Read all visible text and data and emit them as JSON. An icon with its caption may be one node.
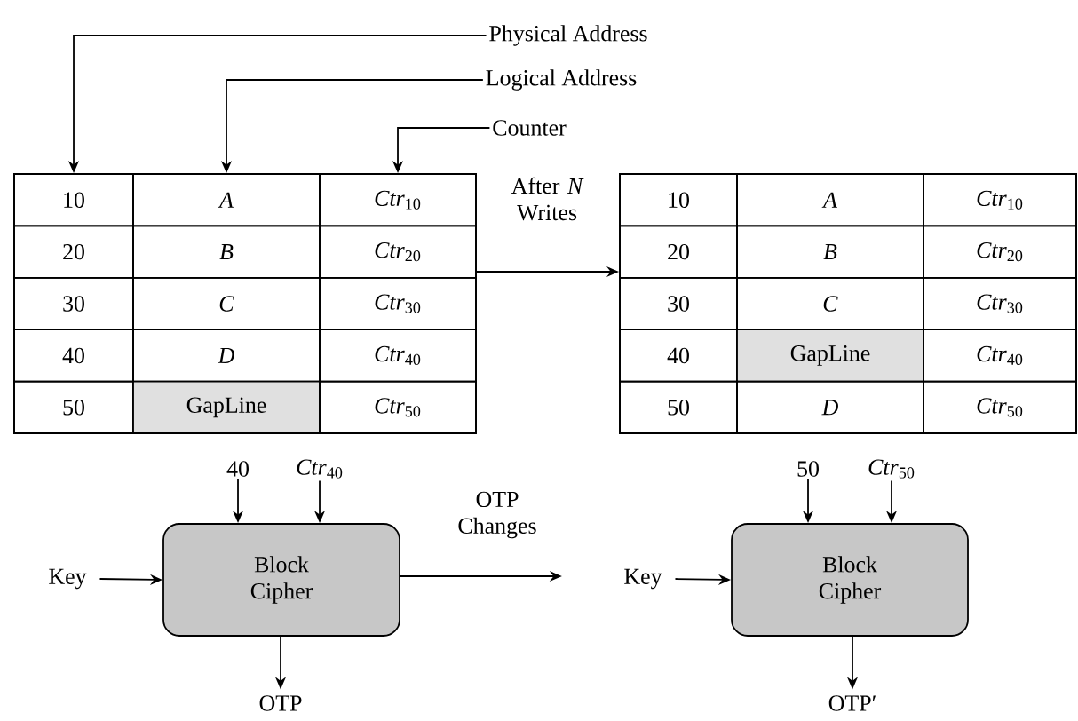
{
  "diagram": {
    "nodes": [
      {
        "text": [
          "Physical Address"
        ]
      },
      {
        "text": [
          "Logical Address"
        ]
      },
      {
        "text": [
          "Counter"
        ]
      },
      {
        "text": [],
        "shape": "box"
      },
      {
        "text": [
          "10"
        ],
        "in": 3
      },
      {
        "text": [
          "*A*"
        ],
        "in": 3
      },
      {
        "text": [
          "*Ctr*$_{10}$"
        ],
        "in": 3
      },
      {
        "text": [
          "20"
        ],
        "in": 3
      },
      {
        "text": [
          "*B*"
        ],
        "in": 3
      },
      {
        "text": [
          "*Ctr*$_{20}$"
        ],
        "in": 3
      },
      {
        "text": [
          "30"
        ],
        "in": 3
      },
      {
        "text": [
          "*C*"
        ],
        "in": 3
      },
      {
        "text": [
          "*Ctr*$_{30}$"
        ],
        "in": 3
      },
      {
        "text": [
          "40"
        ],
        "in": 3
      },
      {
        "text": [
          "*D*"
        ],
        "in": 3
      },
      {
        "text": [
          "*Ctr*$_{40}$"
        ],
        "in": 3
      },
      {
        "text": [
          "50"
        ],
        "in": 3
      },
      {
        "text": [
          "GapLine"
        ],
        "in": 3
      },
      {
        "text": [
          "*Ctr*$_{50}$"
        ],
        "in": 3
      },
      {
        "text": [],
        "shape": "box"
      },
      {
        "text": [
          "10"
        ],
        "in": 19
      },
      {
        "text": [
          "*A*"
        ],
        "in": 19
      },
      {
        "text": [
          "*Ctr*$_{10}$"
        ],
        "in": 19
      },
      {
        "text": [
          "20"
        ],
        "in": 19
      },
      {
        "text": [
          "*B*"
        ],
        "in": 19
      },
      {
        "text": [
          "*Ctr*$_{20}$"
        ],
        "in": 19
      },
      {
        "text": [
          "30"
        ],
        "in": 19
      },
      {
        "text": [
          "*C*"
        ],
        "in": 19
      },
      {
        "text": [
          "*Ctr*$_{30}$"
        ],
        "in": 19
      },
      {
        "text": [
          "40"
        ],
        "in": 19
      },
      {
        "text": [
          "GapLine"
        ],
        "in": 19
      },
      {
        "text": [
          "*Ctr*$_{40}$"
        ],
        "in": 19
      },
      {
        "text": [
          "50"
        ],
        "in": 19
      },
      {
        "text": [
          "*D*"
        ],
        "in": 19
      },
      {
        "text": [
          "*Ctr*$_{50}$"
        ],
        "in": 19
      },
      {
        "text": [
          "Block Cipher"
        ]
      },
      {
        "text": [
          "40"
        ]
      },
      {
        "text": [
          "*Ctr*$_{40}$"
        ]
      },
      {
        "text": [
          "Key"
        ]
      },
      {
        "text": [
          "OTP"
        ]
      },
      {
        "text": [
          "Block Cipher"
        ]
      },
      {
        "text": [
          "50"
        ]
      },
      {
        "text": [
          "*Ctr*$_{50}$"
        ]
      },
      {
        "text": [
          "Key"
        ]
      },
      {
        "text": [
          "OTP′"
        ]
      }
    ],
    "edges": [
      {
        "from": 0,
        "to": 4,
        "arrow": "to"
      },
      {
        "from": 1,
        "to": 5,
        "arrow": "to"
      },
      {
        "from": 2,
        "to": 6,
        "arrow": "to"
      },
      {
        "from": 3,
        "to": 19,
        "arrow": "to",
        "label": "After *N* Writes"
      },
      {
        "from": 36,
        "to": 35,
        "arrow": "to"
      },
      {
        "from": 37,
        "to": 35,
        "arrow": "to"
      },
      {
        "from": 38,
        "to": 35,
        "arrow": "to"
      },
      {
        "from": 35,
        "to": 39,
        "arrow": "to"
      },
      {
        "from": 35,
        "to": null,
        "arrow": "to",
        "label": "OTP Changes"
      },
      {
        "from": 41,
        "to": 40,
        "arrow": "to"
      },
      {
        "from": 42,
        "to": 40,
        "arrow": "to"
      },
      {
        "from": 43,
        "to": 40,
        "arrow": "to"
      },
      {
        "from": 40,
        "to": 44,
        "arrow": "to"
      }
    ]
  }
}
